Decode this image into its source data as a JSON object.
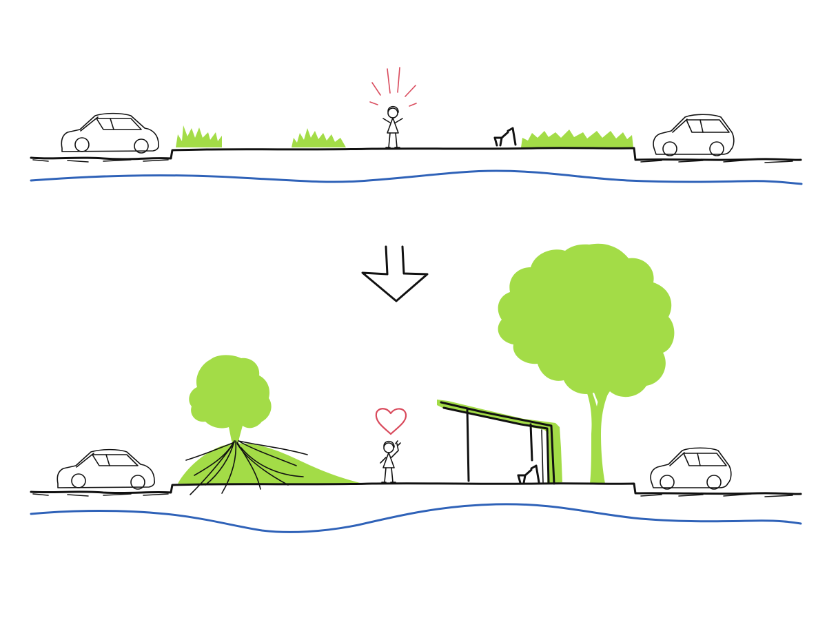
{
  "colors": {
    "ink": "#111111",
    "greenery": "#a3dc47",
    "water": "#2f62b8",
    "distress": "#d94a5c",
    "heart": "#d94a5c",
    "background": "#ffffff"
  },
  "panels": [
    {
      "id": "before",
      "scene": "street-section-before",
      "icons": [
        "car-icon",
        "shrub-icon",
        "shrub-icon",
        "person-icon",
        "distress-lines-icon",
        "bench-icon",
        "hedge-icon",
        "car-icon"
      ]
    },
    {
      "id": "after",
      "scene": "street-section-after",
      "icons": [
        "car-icon",
        "tree-icon",
        "mound-icon",
        "roots-icon",
        "person-icon",
        "heart-icon",
        "pergola-icon",
        "bench-icon",
        "large-tree-icon",
        "car-icon"
      ]
    }
  ],
  "transition": {
    "icon": "down-arrow-icon"
  }
}
